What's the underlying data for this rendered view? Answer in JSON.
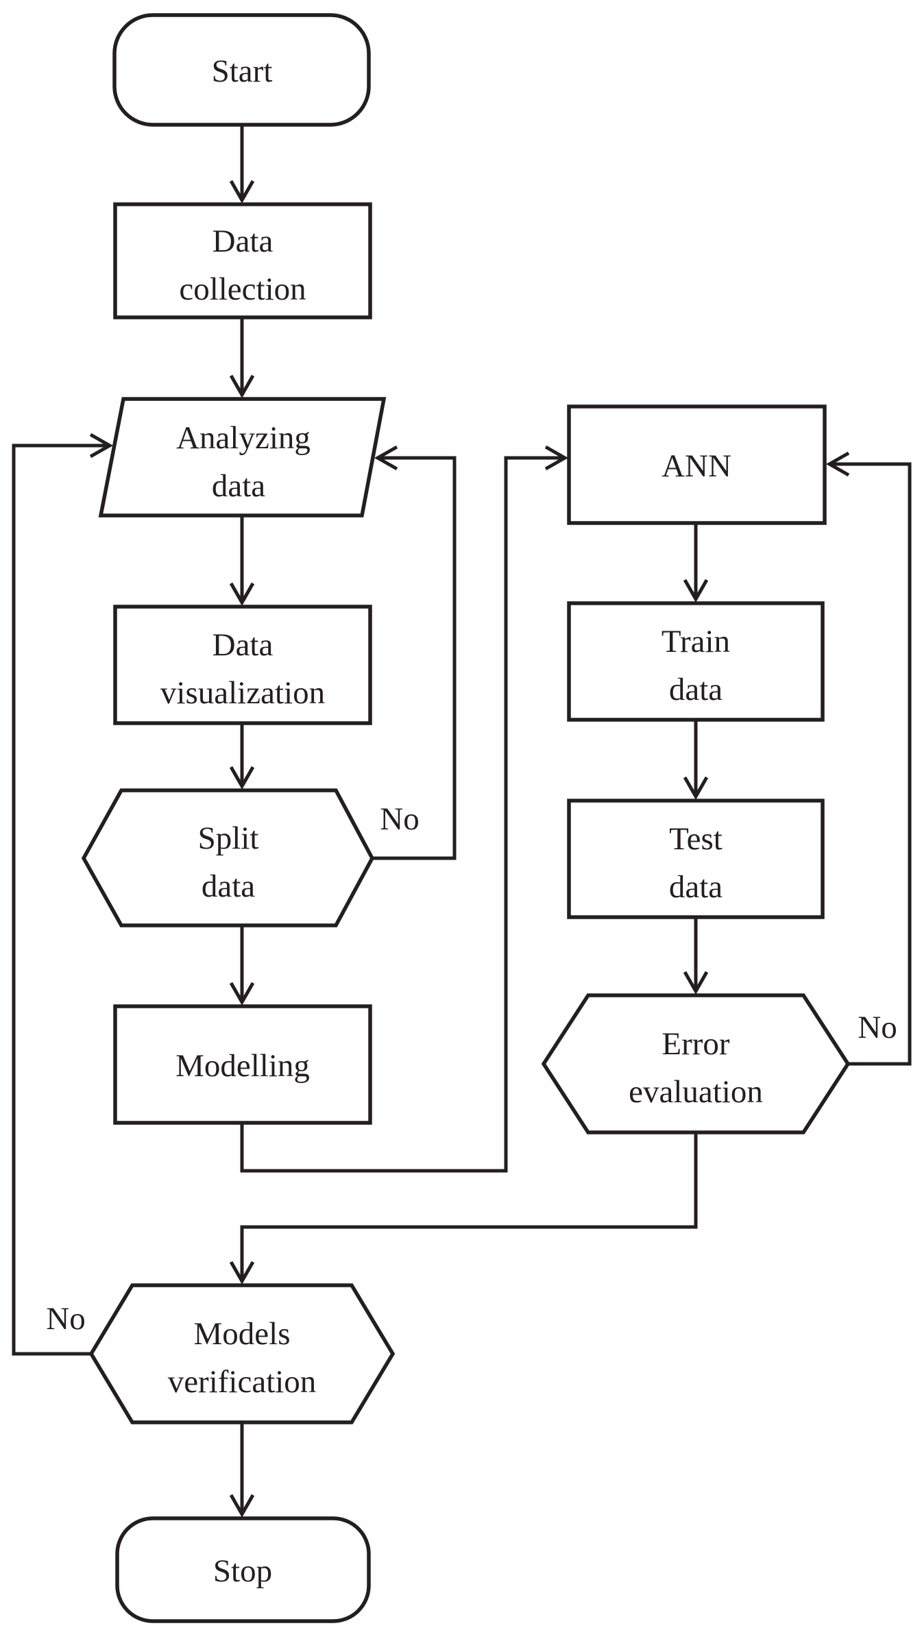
{
  "diagram": {
    "background": "#ffffff",
    "stroke_color": "#231f20",
    "nodes": {
      "start": {
        "label": "Start"
      },
      "data_collection": {
        "line1": "Data",
        "line2": "collection"
      },
      "analyzing_data": {
        "line1": "Analyzing",
        "line2": "data"
      },
      "data_visualization": {
        "line1": "Data",
        "line2": "visualization"
      },
      "split_data": {
        "line1": "Split",
        "line2": "data"
      },
      "modelling": {
        "label": "Modelling"
      },
      "ann": {
        "label": "ANN"
      },
      "train_data": {
        "line1": "Train",
        "line2": "data"
      },
      "test_data": {
        "line1": "Test",
        "line2": "data"
      },
      "error_evaluation": {
        "line1": "Error",
        "line2": "evaluation"
      },
      "models_verification": {
        "line1": "Models",
        "line2": "verification"
      },
      "stop": {
        "label": "Stop"
      }
    },
    "edge_labels": {
      "split_data_no": "No",
      "error_evaluation_no": "No",
      "models_verification_no": "No"
    }
  }
}
